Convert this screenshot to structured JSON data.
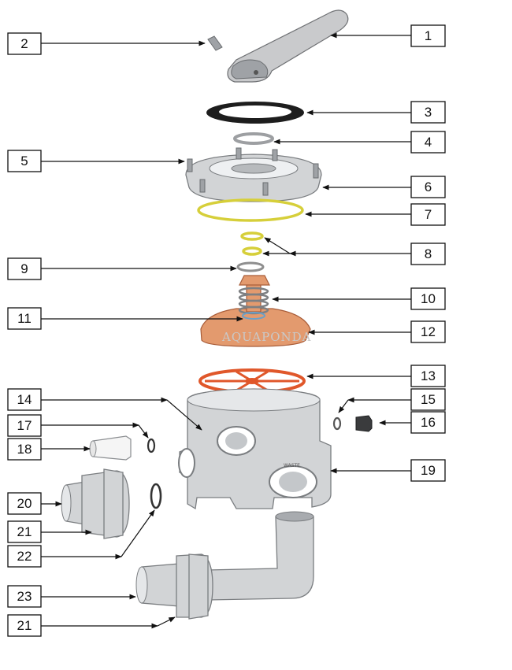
{
  "labels": [
    "1",
    "2",
    "3",
    "4",
    "5",
    "6",
    "7",
    "8",
    "9",
    "10",
    "11",
    "12",
    "13",
    "14",
    "15",
    "16",
    "17",
    "18",
    "19",
    "20",
    "21",
    "22",
    "23",
    "21"
  ],
  "watermark": "AQUAPONDA",
  "port_text": "WASTE",
  "colors": {
    "copper": "#e39a6e",
    "wheel": "#e0572a",
    "oring": "#d6cf3a",
    "body": "#d2d4d6"
  }
}
